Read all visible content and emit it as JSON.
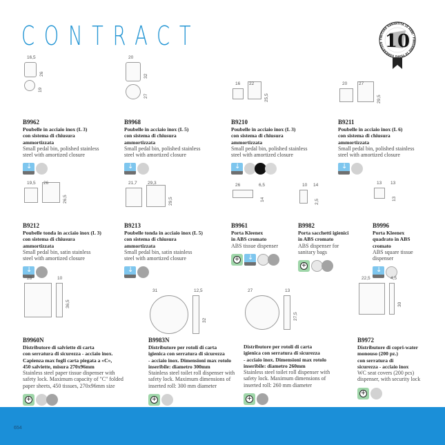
{
  "header": {
    "title": "CONTRACT",
    "badge_text": "FINITURA GARANTITA 10 ANNI · FINISHING 10 YEARS GUARANTEED",
    "badge_number": "10"
  },
  "footer": {
    "page_number": "654"
  },
  "colors": {
    "accent": "#2596d4",
    "footer": "#1b8fd8",
    "drop": "#7ec6ee",
    "plus": "#9fd6a9"
  },
  "products": [
    {
      "code": "B9962",
      "title": [
        "Poubelle in acciaio inox (L 3)",
        "con sistema di chiusura",
        "ammortizzata"
      ],
      "desc": [
        "Small pedal bin, polished stainless",
        "steel with amortized closure"
      ],
      "dims": [
        "16,5",
        "26",
        "19"
      ],
      "icons": [
        "drop",
        "#d2d2d2"
      ]
    },
    {
      "code": "B9968",
      "title": [
        "Poubelle in acciaio inox (L 5)",
        "con sistema di chiusura",
        "ammortizzata"
      ],
      "desc": [
        "Small pedal bin, polished stainless",
        "steel with amortized closure"
      ],
      "dims": [
        "20",
        "32",
        "27"
      ],
      "icons": [
        "drop",
        "#d2d2d2"
      ]
    },
    {
      "code": "B9210",
      "title": [
        "Poubelle in acciaio inox (L 3)",
        "con sistema di chiusura",
        "ammortizzata"
      ],
      "desc": [
        "Small pedal bin, polished stainless",
        "steel with amortized closure"
      ],
      "dims": [
        "16",
        "22",
        "25,5"
      ],
      "icons": [
        "drop",
        "#d2d2d2",
        "#111111",
        "#d8d8d8"
      ]
    },
    {
      "code": "B9211",
      "title": [
        "Poubelle in acciaio inox (L 6)",
        "con sistema di chiusura",
        "ammortizzata"
      ],
      "desc": [
        "Small pedal bin, polished stainless",
        "steel with amortized closure"
      ],
      "dims": [
        "20",
        "27",
        "29,5"
      ],
      "icons": [
        "drop",
        "#d2d2d2"
      ]
    },
    {
      "code": "B9212",
      "title": [
        "Poubelle tonda in acciaio inox (L 3)",
        "con sistema di chiusura",
        "ammortizzata"
      ],
      "desc": [
        "Small pedal bin, satin stainless",
        "steel with amortized closure"
      ],
      "dims": [
        "19,5",
        "26",
        "26,5"
      ],
      "icons": [
        "drop",
        "#a3a3a3"
      ]
    },
    {
      "code": "B9213",
      "title": [
        "Poubelle tonda in acciaio inox (L 5)",
        "con sistema di chiusura",
        "ammortizzata"
      ],
      "desc": [
        "Small pedal bin, satin stainless",
        "steel with amortized closure"
      ],
      "dims": [
        "21,7",
        "29,3",
        "29,5"
      ],
      "icons": [
        "drop",
        "#a3a3a3"
      ]
    },
    {
      "code": "B9961",
      "title": [
        "Porta Kleenex",
        "in ABS cromato"
      ],
      "desc": [
        "ABS tissue dispenser"
      ],
      "dims": [
        "26",
        "6,5",
        "14"
      ],
      "icons": [
        "plus",
        "drop",
        "#e8e8e8",
        "#a3a3a3"
      ]
    },
    {
      "code": "B9982",
      "title": [
        "Porta sacchetti igienici",
        "in ABS cromato"
      ],
      "desc": [
        "ABS dispenser for",
        "sanitary bags"
      ],
      "dims": [
        "10",
        "14",
        "2,5"
      ],
      "icons": [
        "plus",
        "#e8e8e8",
        "#a3a3a3"
      ]
    },
    {
      "code": "B9996",
      "title": [
        "Porta Kleenex",
        "quadrato in ABS",
        "cromato"
      ],
      "desc": [
        "ABS square tissue",
        "dispenser"
      ],
      "dims": [
        "13",
        "13",
        "13"
      ],
      "icons": [
        "drop",
        "#e8e8e8"
      ]
    },
    {
      "code": "B9960N",
      "title": [
        "Distributore di salviette di carta",
        "con serratura di sicurezza - acciaio inox.",
        "Capienza max fogli carta piegata a «C»,",
        "450 salviette, misura 270x96mm"
      ],
      "desc": [
        "Stainless steel paper tissue dispenser with",
        "safety lock. Maximum capacity of \"C\" folded",
        "paper sheets, 450 tissues, 270x96mm size"
      ],
      "dims": [
        "28",
        "10",
        "36,5"
      ],
      "icons": [
        "plus",
        "#d2d2d2",
        "#a3a3a3"
      ]
    },
    {
      "code": "B9983N",
      "title": [
        "Distributore per rotoli di carta",
        "igienica con serratura di sicurezza",
        "- acciaio inox. Dimensioni max rotolo",
        "inseribile: diametro 300mm"
      ],
      "desc": [
        "Stainless steel toilet roll dispenser with",
        "safety lock. Maximum dimensions of",
        "inserted roll: 300 mm diameter"
      ],
      "dims": [
        "31",
        "12,5",
        "32"
      ],
      "icons": [
        "plus",
        "#d2d2d2"
      ]
    },
    {
      "code": "",
      "title": [
        "Distributore per rotoli di carta",
        "igienica con serratura di sicurezza",
        "- acciaio inox. Dimensioni max rotolo",
        "inseribile: diametro 260mm"
      ],
      "desc": [
        "Stainless steel toilet roll dispenser with",
        "safety lock. Maximum dimensions of",
        "inserted roll: 260 mm diameter"
      ],
      "dims": [
        "27",
        "13",
        "27,5"
      ],
      "icons": [
        "plus",
        "#a3a3a3"
      ]
    },
    {
      "code": "B9972",
      "title": [
        "Distributore di copri-water",
        "monouso (200 pz.)",
        "con serratura di",
        "sicurezza - acciaio inox"
      ],
      "desc": [
        "WC seat covers (200 pcs)",
        "dispenser, with security lock"
      ],
      "dims": [
        "22,5",
        "4,5",
        "30"
      ],
      "icons": [
        "plus",
        "#d2d2d2"
      ]
    }
  ]
}
